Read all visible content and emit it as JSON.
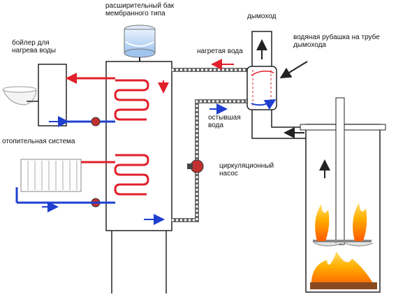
{
  "labels": {
    "expansion_tank": "расширительный бак\nмембранного типа",
    "chimney": "дымоход",
    "water_jacket": "водяная рубашка на трубе\nдымохода",
    "boiler": "бойлер для\nнагрева воды",
    "heated_water": "нагретая вода",
    "cooled_water": "остывшая\nвода",
    "heating_system": "отопительная система",
    "pump": "циркуляционный\nнасос"
  },
  "colors": {
    "hot": "#e0202a",
    "cold": "#1f3fd0",
    "line": "#222222"
  }
}
